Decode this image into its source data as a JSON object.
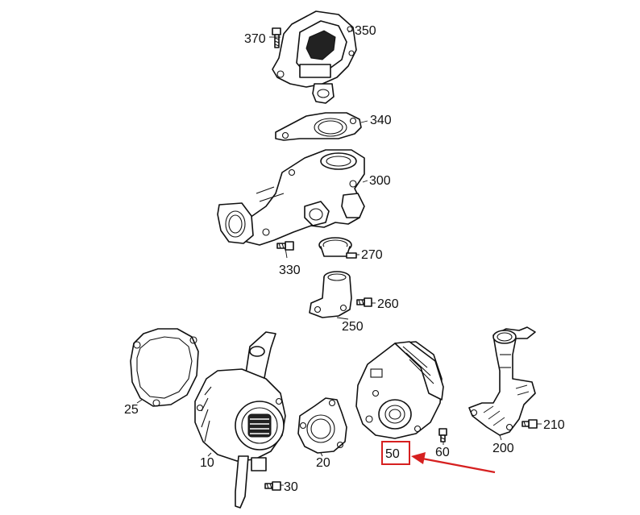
{
  "highlight_color": "#d62020",
  "callouts": {
    "p370": "370",
    "p350": "350",
    "p340": "340",
    "p300": "300",
    "p270": "270",
    "p330": "330",
    "p260": "260",
    "p250": "250",
    "p25": "25",
    "p10": "10",
    "p30": "30",
    "p20": "20",
    "p50": "50",
    "p60": "60",
    "p200": "200",
    "p210": "210"
  },
  "highlighted_part": "50"
}
